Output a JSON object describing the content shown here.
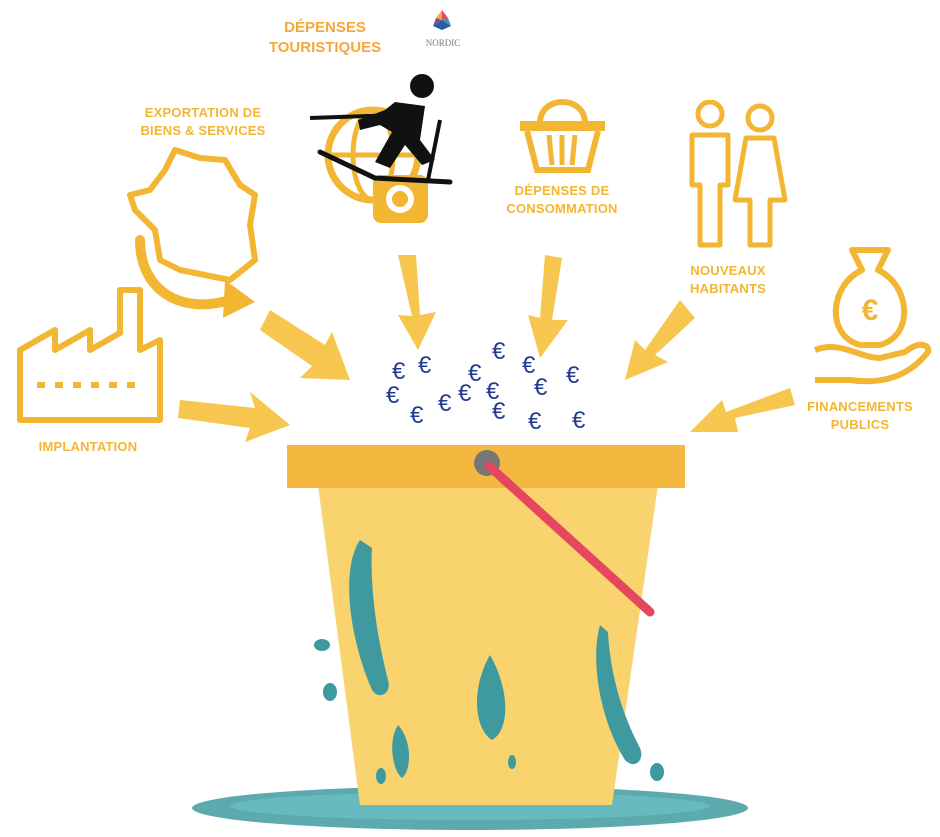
{
  "title": "DÉPENSES\nTOURISTIQUES",
  "logo_text": "NORDIC",
  "sources": [
    {
      "label": "EXPORTATION DE\nBIENS & SERVICES",
      "icon": "france-map-icon"
    },
    {
      "label": "DÉPENSES DE\nCONSOMMATION",
      "icon": "basket-icon"
    },
    {
      "label": "NOUVEAUX\nHABITANTS",
      "icon": "couple-icon"
    },
    {
      "label": "FINANCEMENTS\nPUBLICS",
      "icon": "money-bag-hand-icon"
    },
    {
      "label": "IMPLANTATION",
      "icon": "factory-icon"
    }
  ],
  "euro_symbol": "€",
  "colors": {
    "accent": "#f2b632",
    "title": "#f3a83b",
    "euro": "#243c8f",
    "bucket": "#f8d36e",
    "bucket_rim": "#f4b73f",
    "handle": "#e5475f",
    "water": "#3f9aa0",
    "skier": "#111111"
  }
}
